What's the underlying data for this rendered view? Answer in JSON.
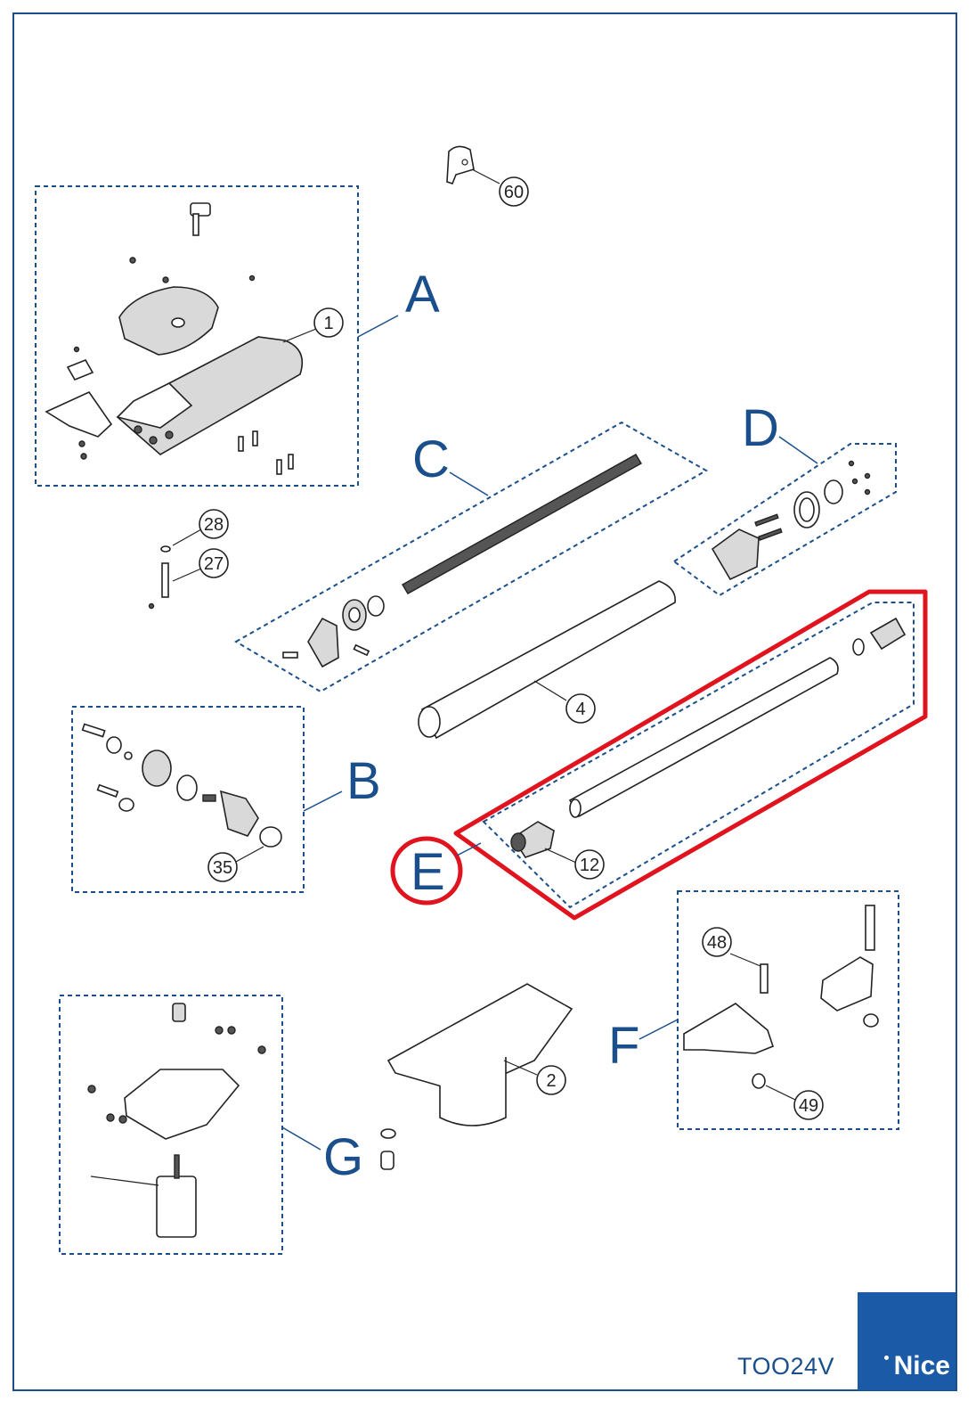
{
  "model_code": "TOO24V",
  "brand_logo": "Nice",
  "colors": {
    "frame": "#1a4f8b",
    "group_letter": "#1a4f8b",
    "highlight": "#e0141e",
    "logo_bg": "#1a5aa6"
  },
  "groups": [
    {
      "letter": "A"
    },
    {
      "letter": "B"
    },
    {
      "letter": "C"
    },
    {
      "letter": "D"
    },
    {
      "letter": "E",
      "highlighted": true
    },
    {
      "letter": "F"
    },
    {
      "letter": "G"
    }
  ],
  "callouts": [
    "60",
    "1",
    "28",
    "27",
    "4",
    "35",
    "12",
    "48",
    "2",
    "49"
  ]
}
